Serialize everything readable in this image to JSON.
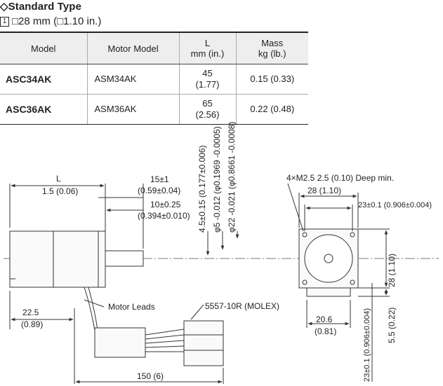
{
  "heading": "◇Standard Type",
  "subheading": {
    "index": "1",
    "size": "□28 mm (□1.10 in.)"
  },
  "table": {
    "headers": [
      "Model",
      "Motor Model",
      "L\nmm (in.)",
      "Mass\nkg (lb.)"
    ],
    "rows": [
      [
        "ASC34AK",
        "ASM34AK",
        "45\n(1.77)",
        "0.15 (0.33)"
      ],
      [
        "ASC36AK",
        "ASM36AK",
        "65\n(2.56)",
        "0.22 (0.48)"
      ]
    ]
  },
  "drawing": {
    "L": "L",
    "dim_1_5": "1.5 (0.06)",
    "dim_15_tol": "15±1",
    "dim_15_in": "(0.59±0.04)",
    "dim_10_tol": "10±0.25",
    "dim_10_in": "(0.394±0.010)",
    "dim_4_5": "4.5±0.15 (0.177±0.006)",
    "dim_phi5": "φ5 -0.012 (φ0.1969 -0.0005)",
    "dim_phi22": "φ22 -0.021 (φ0.8661 -0.0008)",
    "hole_note": "4×M2.5  2.5 (0.10) Deep min.",
    "dim_28_top": "28 (1.10)",
    "dim_23_top": "23±0.1 (0.906±0.004)",
    "dim_28_side": "28 (1.10)",
    "dim_22_5": "22.5",
    "dim_22_5_in": "(0.89)",
    "motor_leads": "Motor Leads",
    "connector": "5557-10R (MOLEX)",
    "dim_20_6": "20.6",
    "dim_20_6_in": "(0.81)",
    "dim_23_side": "23±0.1 (0.906±0.004)",
    "dim_5_5": "5.5 (0.22)",
    "dim_150": "150 (6)"
  }
}
